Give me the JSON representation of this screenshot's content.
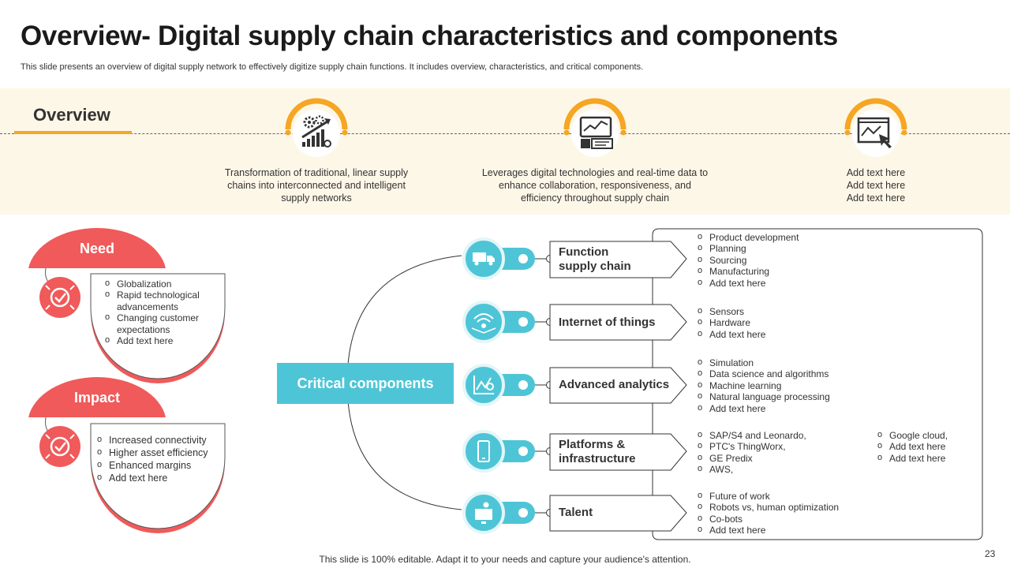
{
  "title": "Overview- Digital supply chain characteristics and components",
  "subtitle": "This slide presents an overview of digital supply network to  effectively digitize supply chain functions. It includes overview, characteristics, and critical components.",
  "overview": {
    "label": "Overview",
    "items": [
      {
        "icon": "gears-growth-chart-icon",
        "lines": [
          "Transformation  of traditional, linear supply",
          "chains into interconnected and intelligent",
          "supply networks"
        ]
      },
      {
        "icon": "monitor-dashboard-icon",
        "lines": [
          "Leverages  digital technologies and real-time data to",
          "enhance collaboration, responsiveness, and",
          "efficiency throughout  supply chain"
        ]
      },
      {
        "icon": "analytics-click-icon",
        "lines": [
          "Add text here",
          "Add text here",
          "Add text here"
        ]
      }
    ]
  },
  "need": {
    "title": "Need",
    "items": [
      "Globalization",
      "Rapid technological advancements",
      "Changing customer expectations",
      "Add text here"
    ]
  },
  "impact": {
    "title": "Impact",
    "items": [
      "Increased  connectivity",
      "Higher asset efficiency",
      "Enhanced margins",
      "Add text here"
    ]
  },
  "critical_label": "Critical components",
  "components": [
    {
      "label_lines": [
        "Function",
        "supply chain"
      ],
      "icon": "truck-icon",
      "bullets": [
        "Product development",
        "Planning",
        "Sourcing",
        "Manufacturing",
        "Add text here"
      ]
    },
    {
      "label_lines": [
        "Internet of things"
      ],
      "icon": "wifi-signal-icon",
      "bullets": [
        "Sensors",
        "Hardware",
        "Add text here"
      ]
    },
    {
      "label_lines": [
        "Advanced analytics"
      ],
      "icon": "analytics-chart-icon",
      "bullets": [
        "Simulation",
        "Data science and algorithms",
        "Machine learning",
        "Natural language processing",
        "Add text here"
      ]
    },
    {
      "label_lines": [
        "Platforms &",
        "infrastructure"
      ],
      "icon": "smartphone-icon",
      "bullets": [
        "SAP/S4 and Leonardo,",
        "PTC's ThingWorx,",
        "GE Predix",
        "AWS,"
      ],
      "bullets_right": [
        "Google cloud,",
        "Add text here",
        "Add text here"
      ]
    },
    {
      "label_lines": [
        "Talent"
      ],
      "icon": "worker-computer-icon",
      "bullets": [
        "Future of work",
        "Robots vs, human optimization",
        "Co-bots",
        "Add text here"
      ]
    }
  ],
  "footer": "This slide is 100% editable. Adapt it to your needs and capture your audience's attention.",
  "page_number": "23",
  "colors": {
    "accent_orange": "#f5a623",
    "accent_red": "#f05a5a",
    "accent_teal": "#4ec5d6",
    "band": "#fdf7e8"
  }
}
